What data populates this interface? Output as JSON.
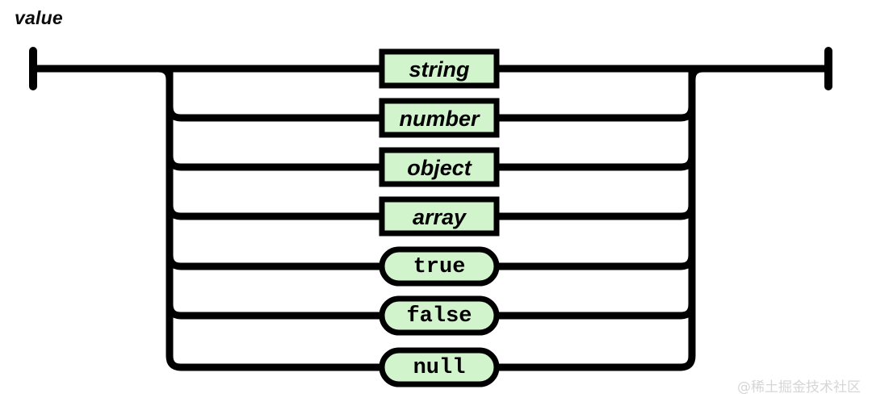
{
  "diagram": {
    "type": "railroad-syntax-diagram",
    "title": "value",
    "background_color": "#ffffff",
    "line_color": "#000000",
    "node_fill_color": "#d2f4cc",
    "node_border_color": "#000000",
    "entry_cap": "|",
    "exit_cap": "|",
    "alternatives": [
      {
        "label": "string",
        "shape": "rect",
        "kind": "nonterminal",
        "row": 1
      },
      {
        "label": "number",
        "shape": "rect",
        "kind": "nonterminal",
        "row": 2
      },
      {
        "label": "object",
        "shape": "rect",
        "kind": "nonterminal",
        "row": 3
      },
      {
        "label": "array",
        "shape": "rect",
        "kind": "nonterminal",
        "row": 4
      },
      {
        "label": "true",
        "shape": "round",
        "kind": "terminal",
        "row": 5
      },
      {
        "label": "false",
        "shape": "round",
        "kind": "terminal",
        "row": 6
      },
      {
        "label": "null",
        "shape": "round",
        "kind": "terminal",
        "row": 7
      }
    ]
  },
  "watermark": {
    "text": "@稀土掘金技术社区",
    "color": "#d6d6d6"
  }
}
